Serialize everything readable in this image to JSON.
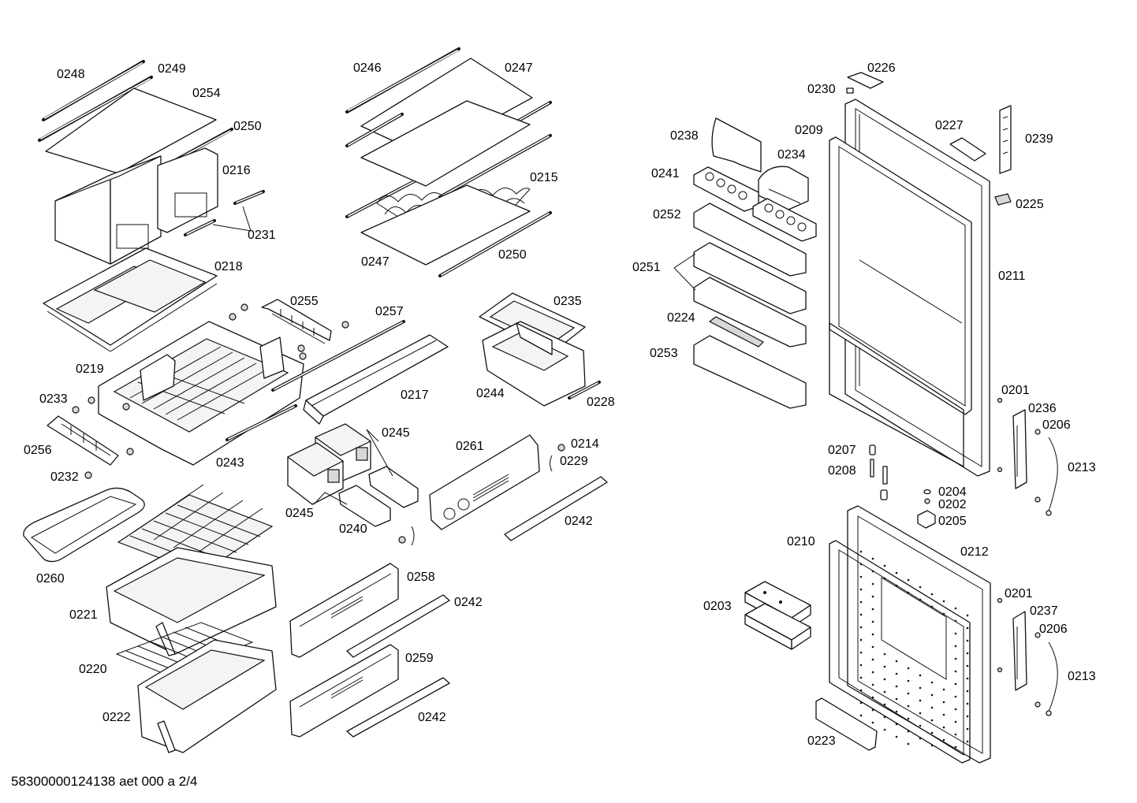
{
  "footer_text": "58300000124138 aet 000 a 2/4",
  "colors": {
    "line": "#111111",
    "background": "#ffffff"
  },
  "parts": {
    "p0248": "0248",
    "p0249": "0249",
    "p0254": "0254",
    "p0250a": "0250",
    "p0216": "0216",
    "p0231": "0231",
    "p0218": "0218",
    "p0246": "0246",
    "p0247a": "0247",
    "p0215": "0215",
    "p0247b": "0247",
    "p0250b": "0250",
    "p0255": "0255",
    "p0257": "0257",
    "p0235": "0235",
    "p0219": "0219",
    "p0217": "0217",
    "p0244": "0244",
    "p0228": "0228",
    "p0233": "0233",
    "p0256": "0256",
    "p0243": "0243",
    "p0245a": "0245",
    "p0261": "0261",
    "p0214": "0214",
    "p0229": "0229",
    "p0232": "0232",
    "p0245b": "0245",
    "p0240": "0240",
    "p0242a": "0242",
    "p0260": "0260",
    "p0258": "0258",
    "p0242b": "0242",
    "p0221": "0221",
    "p0259": "0259",
    "p0220": "0220",
    "p0222": "0222",
    "p0242c": "0242",
    "p0226": "0226",
    "p0230": "0230",
    "p0227": "0227",
    "p0239": "0239",
    "p0238": "0238",
    "p0209": "0209",
    "p0234": "0234",
    "p0241": "0241",
    "p0225": "0225",
    "p0252": "0252",
    "p0251": "0251",
    "p0211": "0211",
    "p0224": "0224",
    "p0253": "0253",
    "p0201a": "0201",
    "p0236": "0236",
    "p0206a": "0206",
    "p0207": "0207",
    "p0208": "0208",
    "p0213a": "0213",
    "p0204": "0204",
    "p0202": "0202",
    "p0205": "0205",
    "p0210": "0210",
    "p0212": "0212",
    "p0201b": "0201",
    "p0203": "0203",
    "p0237": "0237",
    "p0206b": "0206",
    "p0213b": "0213",
    "p0223": "0223"
  }
}
